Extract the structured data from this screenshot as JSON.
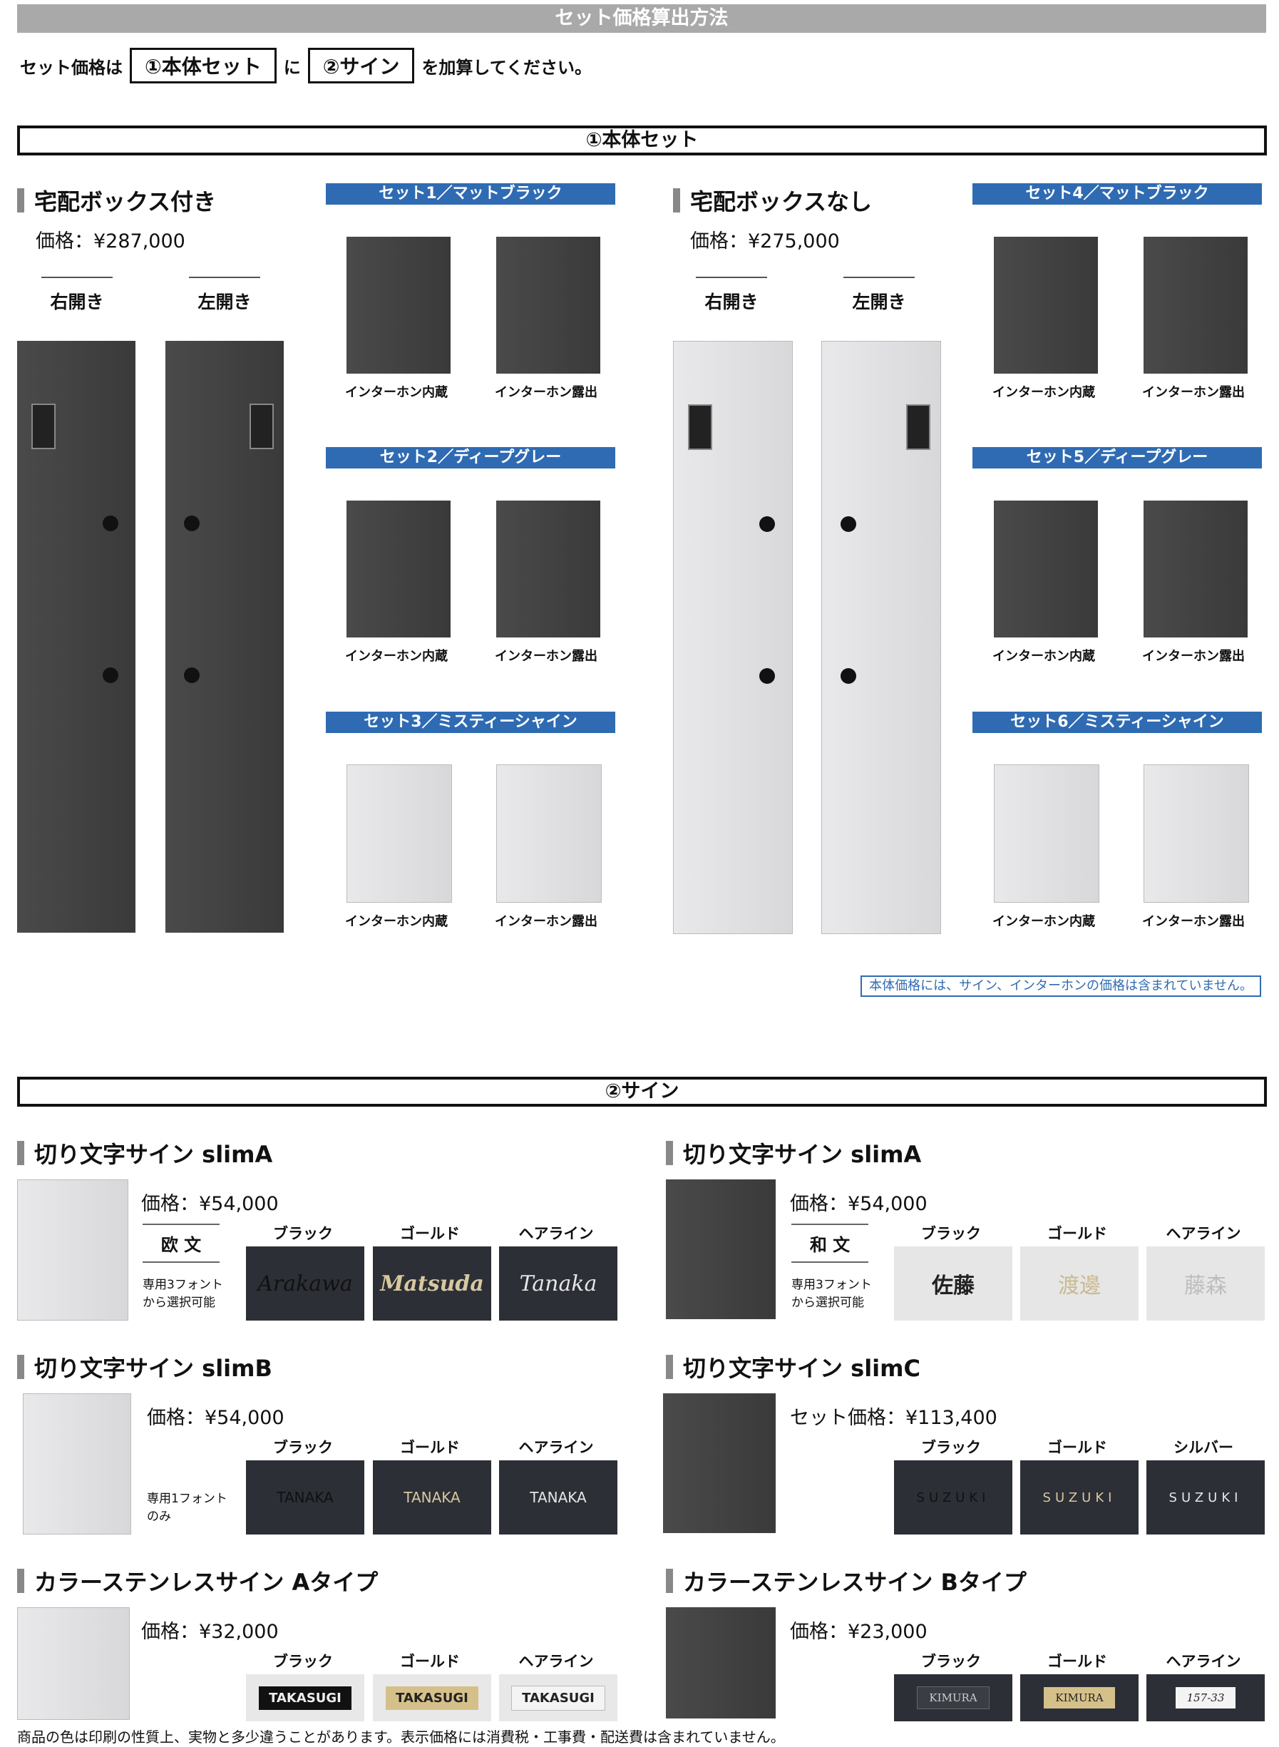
{
  "header": {
    "title": "セット価格算出方法"
  },
  "intro": {
    "prefix": "セット価格は",
    "box1": "①本体セット",
    "joiner": "に",
    "box2": "②サイン",
    "suffix": "を加算してください。"
  },
  "main_set": {
    "section_title": "①本体セット",
    "with_box": {
      "heading": "宅配ボックス付き",
      "price": "価格：¥287,000",
      "right": "右開き",
      "left": "左開き"
    },
    "without_box": {
      "heading": "宅配ボックスなし",
      "price": "価格：¥275,000",
      "right": "右開き",
      "left": "左開き"
    },
    "sets": [
      {
        "label": "セット1／マットブラック"
      },
      {
        "label": "セット2／ディープグレー"
      },
      {
        "label": "セット3／ミスティーシャイン"
      },
      {
        "label": "セット4／マットブラック"
      },
      {
        "label": "セット5／ディープグレー"
      },
      {
        "label": "セット6／ミスティーシャイン"
      }
    ],
    "caption_built_in": "インターホン内蔵",
    "caption_exposed": "インターホン露出",
    "note": "本体価格には、サイン、インターホンの価格は含まれていません。"
  },
  "sign": {
    "section_title": "②サイン",
    "slimA_en": {
      "heading": "切り文字サイン slimA",
      "price": "価格：¥54,000",
      "kind": "欧 文",
      "font_note_1": "専用3フォント",
      "font_note_2": "から選択可能",
      "swatches": [
        {
          "label": "ブラック",
          "text": "Arakawa"
        },
        {
          "label": "ゴールド",
          "text": "Matsuda"
        },
        {
          "label": "ヘアライン",
          "text": "Tanaka"
        }
      ]
    },
    "slimA_jp": {
      "heading": "切り文字サイン slimA",
      "price": "価格：¥54,000",
      "kind": "和 文",
      "font_note_1": "専用3フォント",
      "font_note_2": "から選択可能",
      "swatches": [
        {
          "label": "ブラック",
          "text": "佐藤"
        },
        {
          "label": "ゴールド",
          "text": "渡邊"
        },
        {
          "label": "ヘアライン",
          "text": "藤森"
        }
      ]
    },
    "slimB": {
      "heading": "切り文字サイン slimB",
      "price": "価格：¥54,000",
      "font_note_1": "専用1フォント",
      "font_note_2": "のみ",
      "swatches": [
        {
          "label": "ブラック",
          "text": "TANAKA"
        },
        {
          "label": "ゴールド",
          "text": "TANAKA"
        },
        {
          "label": "ヘアライン",
          "text": "TANAKA"
        }
      ]
    },
    "slimC": {
      "heading": "切り文字サイン slimC",
      "price": "セット価格：¥113,400",
      "swatches": [
        {
          "label": "ブラック",
          "text": "SUZUKI"
        },
        {
          "label": "ゴールド",
          "text": "SUZUKI"
        },
        {
          "label": "シルバー",
          "text": "SUZUKI"
        }
      ]
    },
    "colorA": {
      "heading": "カラーステンレスサイン Aタイプ",
      "price": "価格：¥32,000",
      "swatches": [
        {
          "label": "ブラック",
          "text": "TAKASUGI"
        },
        {
          "label": "ゴールド",
          "text": "TAKASUGI"
        },
        {
          "label": "ヘアライン",
          "text": "TAKASUGI"
        }
      ]
    },
    "colorB": {
      "heading": "カラーステンレスサイン Bタイプ",
      "price": "価格：¥23,000",
      "swatches": [
        {
          "label": "ブラック",
          "text": "KIMURA"
        },
        {
          "label": "ゴールド",
          "text": "KIMURA"
        },
        {
          "label": "ヘアライン",
          "text": "157-33"
        }
      ]
    }
  },
  "footer": {
    "disclaimer": "商品の色は印刷の性質上、実物と多少違うことがあります。表示価格には消費税・工事費・配送費は含まれていません。"
  }
}
